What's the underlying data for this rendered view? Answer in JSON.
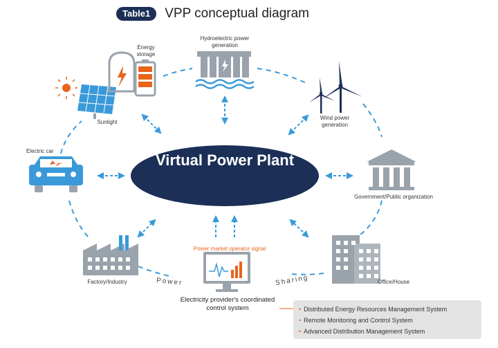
{
  "header": {
    "badge": "Table1",
    "title": "VPP conceptual diagram"
  },
  "center": {
    "text": "Virtual Power Plant"
  },
  "nodes": {
    "energy_storage": "Energy\nstorage",
    "sunlight": "Sunlight",
    "hydro": "Hydroelectric power\ngeneration",
    "wind": "Wind power\ngeneration",
    "government": "Government/Public organization",
    "electric_car": "Electric car",
    "factory": "Factory/Industry",
    "office": "Office/House"
  },
  "signal_label": "Power market operator signal",
  "control_label": "Electricity provider's coordinated control system",
  "arc_words": {
    "left": "Power",
    "right": "Sharing"
  },
  "systems": [
    "Distributed Energy Resources Management System",
    "Remote Monitoring and Control System",
    "Advanced Distribution Management System"
  ],
  "colors": {
    "navy": "#1c2f57",
    "accent_blue": "#3a9ad9",
    "orange": "#e8641b",
    "gray": "#9aa3ac"
  }
}
